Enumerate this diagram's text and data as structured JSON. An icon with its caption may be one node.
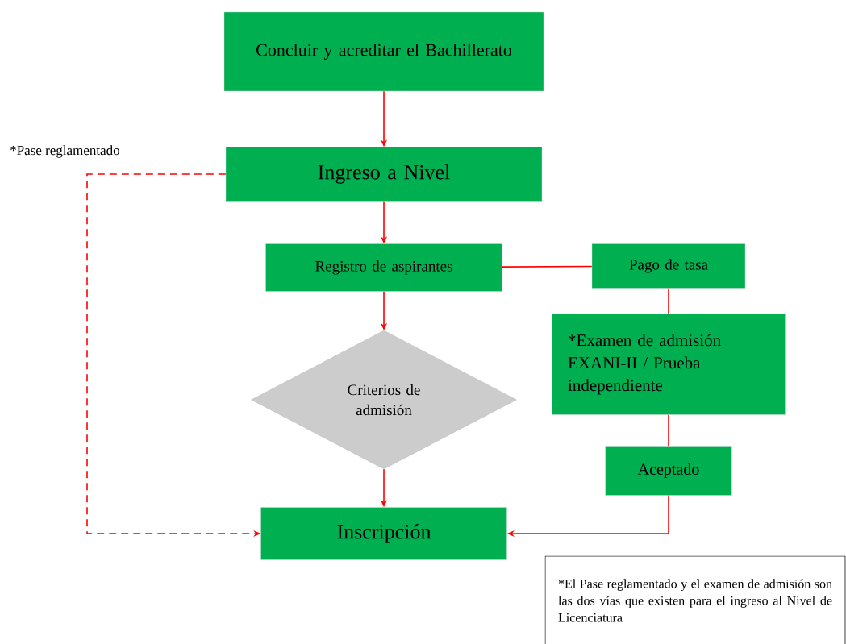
{
  "diagram": {
    "nodes": [
      {
        "text": [
          "Concluir y acreditar el Bachillerato"
        ]
      },
      {
        "text": [
          "Ingreso a Nivel"
        ]
      },
      {
        "text": [
          "Registro de aspirantes"
        ]
      },
      {
        "text": [
          "Pago de tasa"
        ]
      },
      {
        "text": [
          "Criterios de admisión"
        ]
      },
      {
        "text": [
          "*Examen de admisión EXANI-II / Prueba independiente"
        ]
      },
      {
        "text": [
          "Aceptado"
        ]
      },
      {
        "text": [
          "Inscripción"
        ]
      },
      {
        "text": [
          "*El Pase reglamentado y el examen de admisión son las dos vías que existen para el ingreso al Nivel de Licenciatura"
        ]
      }
    ],
    "edges": [
      {
        "from": 0,
        "to": 1,
        "arrow": "to"
      },
      {
        "from": 1,
        "to": 2,
        "arrow": "to"
      },
      {
        "from": 2,
        "to": 4,
        "arrow": "to"
      },
      {
        "from": 4,
        "to": 7,
        "arrow": "to"
      },
      {
        "from": 2,
        "to": 3,
        "arrow": "none"
      },
      {
        "from": 3,
        "to": 5,
        "arrow": "none"
      },
      {
        "from": 5,
        "to": 6,
        "arrow": "none"
      },
      {
        "from": 6,
        "to": 7,
        "arrow": "to"
      },
      {
        "from": 1,
        "to": 7,
        "arrow": "to",
        "style": "dashed"
      }
    ],
    "labels": [
      "*Pase reglamentado"
    ]
  }
}
